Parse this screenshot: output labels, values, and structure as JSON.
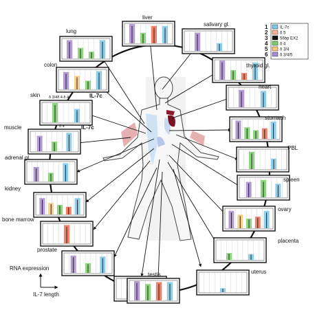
{
  "tissues": [
    {
      "key": "lung",
      "label": "lung",
      "peaks": [
        {
          "color": "#a98bd0",
          "size": 0.95
        },
        {
          "color": "#7dce6b",
          "size": 0.55
        },
        {
          "color": "#7dce6b",
          "size": 0.35
        },
        {
          "color": "#7ec7e6",
          "size": 0.95
        }
      ]
    },
    {
      "key": "liver",
      "label": "liver",
      "peaks": [
        {
          "color": "#a98bd0",
          "size": 1.0
        },
        {
          "color": "#7dce6b",
          "size": 0.55
        },
        {
          "color": "#ef6c50",
          "size": 0.9
        },
        {
          "color": "#7ec7e6",
          "size": 0.9
        }
      ]
    },
    {
      "key": "salivary",
      "label": "salivary gl.",
      "peaks": [
        {
          "color": "#a98bd0",
          "size": 0.95
        },
        {
          "color": "#7ec7e6",
          "size": 0.4
        }
      ]
    },
    {
      "key": "colon",
      "label": "colon",
      "peaks": [
        {
          "color": "#a98bd0",
          "size": 0.9
        },
        {
          "color": "#f4c97a",
          "size": 0.7
        },
        {
          "color": "#7dce6b",
          "size": 0.45
        },
        {
          "color": "#7ec7e6",
          "size": 0.95
        }
      ]
    },
    {
      "key": "thyroid",
      "label": "thyroid gl.",
      "peaks": [
        {
          "color": "#a98bd0",
          "size": 1.0
        },
        {
          "color": "#7dce6b",
          "size": 0.5
        },
        {
          "color": "#ef6c50",
          "size": 0.35
        },
        {
          "color": "#7ec7e6",
          "size": 0.9
        }
      ]
    },
    {
      "key": "skin",
      "label": "skin",
      "peaks": [
        {
          "color": "#7dce6b",
          "size": 1.0
        },
        {
          "color": "#7ec7e6",
          "size": 0.7
        }
      ]
    },
    {
      "key": "heart",
      "label": "heart",
      "peaks": [
        {
          "color": "#a98bd0",
          "size": 0.9
        },
        {
          "color": "#7ec7e6",
          "size": 0.85
        }
      ]
    },
    {
      "key": "muscle",
      "label": "muscle",
      "peaks": [
        {
          "color": "#a98bd0",
          "size": 0.8
        },
        {
          "color": "#7dce6b",
          "size": 0.5
        },
        {
          "color": "#7ec7e6",
          "size": 0.95
        }
      ]
    },
    {
      "key": "stomach",
      "label": "stomach",
      "peaks": [
        {
          "color": "#a98bd0",
          "size": 0.95
        },
        {
          "color": "#7dce6b",
          "size": 0.6
        },
        {
          "color": "#7dce6b",
          "size": 0.45
        },
        {
          "color": "#ef6c50",
          "size": 0.55
        },
        {
          "color": "#7ec7e6",
          "size": 0.9
        }
      ]
    },
    {
      "key": "adrenal",
      "label": "adrenal gl.",
      "peaks": [
        {
          "color": "#a98bd0",
          "size": 0.75
        },
        {
          "color": "#7dce6b",
          "size": 0.45
        },
        {
          "color": "#7ec7e6",
          "size": 0.95
        }
      ]
    },
    {
      "key": "pbl",
      "label": "PBL",
      "peaks": [
        {
          "color": "#7dce6b",
          "size": 0.9
        },
        {
          "color": "#7ec7e6",
          "size": 0.55
        }
      ]
    },
    {
      "key": "kidney",
      "label": "kidney",
      "peaks": [
        {
          "color": "#a98bd0",
          "size": 0.85
        },
        {
          "color": "#f4c97a",
          "size": 0.6
        },
        {
          "color": "#7dce6b",
          "size": 0.5
        },
        {
          "color": "#ef6c50",
          "size": 0.4
        },
        {
          "color": "#7ec7e6",
          "size": 0.85
        }
      ]
    },
    {
      "key": "spleen",
      "label": "spleen",
      "peaks": [
        {
          "color": "#a98bd0",
          "size": 0.8
        },
        {
          "color": "#7dce6b",
          "size": 0.9
        },
        {
          "color": "#7ec7e6",
          "size": 0.7
        }
      ]
    },
    {
      "key": "bonemarrow",
      "label": "bone marrow",
      "peaks": [
        {
          "color": "#ef6c50",
          "size": 0.95
        }
      ]
    },
    {
      "key": "ovary",
      "label": "ovary",
      "peaks": [
        {
          "color": "#a98bd0",
          "size": 0.9
        },
        {
          "color": "#f4c97a",
          "size": 0.7
        },
        {
          "color": "#7dce6b",
          "size": 0.5
        },
        {
          "color": "#ef6c50",
          "size": 0.6
        },
        {
          "color": "#7ec7e6",
          "size": 0.9
        }
      ]
    },
    {
      "key": "prostate",
      "label": "prostate",
      "peaks": [
        {
          "color": "#a98bd0",
          "size": 0.9
        },
        {
          "color": "#7dce6b",
          "size": 0.5
        },
        {
          "color": "#7ec7e6",
          "size": 0.85
        }
      ]
    },
    {
      "key": "placenta",
      "label": "placenta",
      "peaks": [
        {
          "color": "#7dce6b",
          "size": 0.35
        },
        {
          "color": "#7ec7e6",
          "size": 0.3
        }
      ]
    },
    {
      "key": "uterus",
      "label": "uterus",
      "peaks": [
        {
          "color": "#7ec7e6",
          "size": 0.2
        }
      ]
    },
    {
      "key": "unlabeled",
      "label": "",
      "peaks": [
        {
          "color": "#a98bd0",
          "size": 0.45
        },
        {
          "color": "#7ec7e6",
          "size": 0.3
        }
      ]
    },
    {
      "key": "testis",
      "label": "testis",
      "peaks": [
        {
          "color": "#a98bd0",
          "size": 1.0
        },
        {
          "color": "#7dce6b",
          "size": 0.85
        },
        {
          "color": "#ef6c50",
          "size": 0.95
        },
        {
          "color": "#7ec7e6",
          "size": 0.95
        }
      ]
    }
  ],
  "annotations": {
    "skin_peaks": "δ 3/4δ 4 δ 4",
    "il7c_skin": "IL-7c",
    "muscle_peak": "δ 4",
    "il7c_muscle": "IL-7c",
    "axis_y": "RNA expression",
    "axis_x": "IL-7 length"
  },
  "legend": [
    {
      "num": "1",
      "text": "IL-7c",
      "color": "#7ec7e6"
    },
    {
      "num": "2",
      "text": "δ 5",
      "color": "#f4b39a"
    },
    {
      "num": "3",
      "text": "56bp EX2",
      "color": "#111111"
    },
    {
      "num": "4",
      "text": "δ 4",
      "color": "#7dce6b"
    },
    {
      "num": "5",
      "text": "δ 3/4",
      "color": "#f4c97a"
    },
    {
      "num": "6",
      "text": "δ 3/4/5",
      "color": "#a98bd0"
    }
  ],
  "colors": {
    "ring": "#111111",
    "arrow": "#111111",
    "grid": "#c8c8c8"
  }
}
